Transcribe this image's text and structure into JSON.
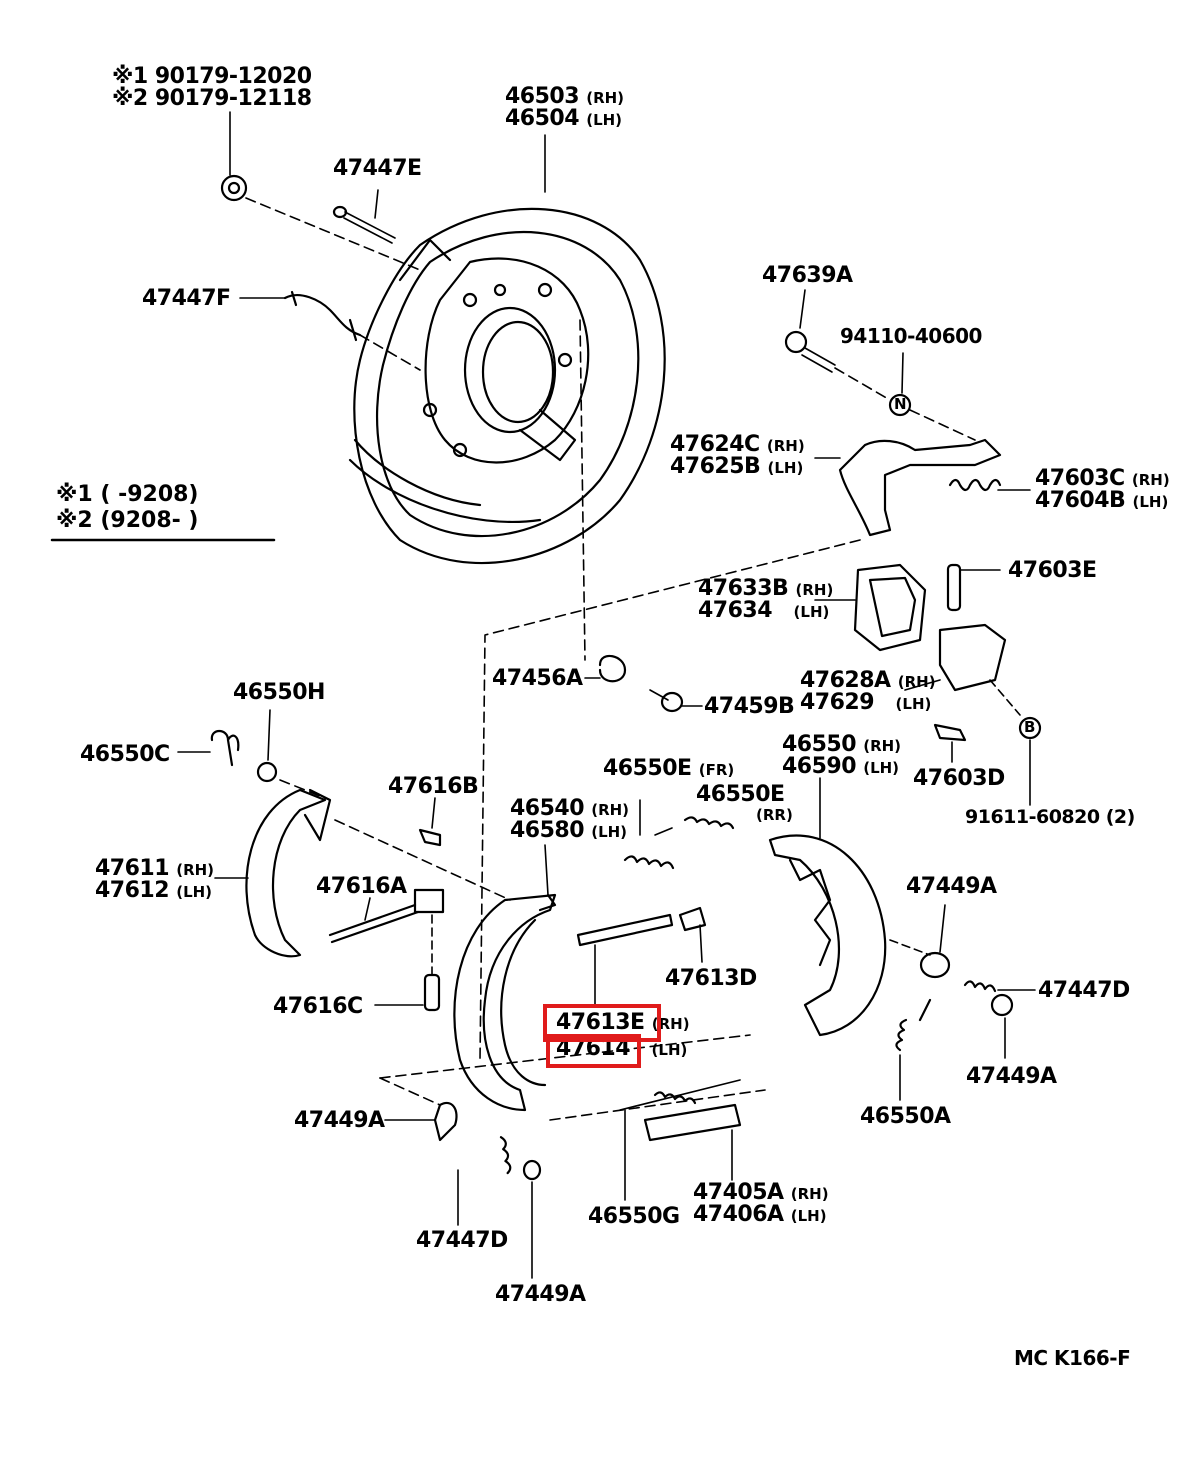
{
  "colors": {
    "ink": "#000000",
    "highlight": "#e01b1b",
    "paper": "#ffffff"
  },
  "footnote": {
    "mark1_part": "※1 90179-12020",
    "mark2_part": "※2 90179-12118",
    "legend1": "※1 (    -9208)",
    "legend2": "※2 (9208-    )"
  },
  "parts": {
    "p46503": "46503",
    "p46504": "46504",
    "p47447E": "47447E",
    "p47447F": "47447F",
    "p47639A": "47639A",
    "p94110": "94110-40600",
    "p47624C": "47624C",
    "p47625B": "47625B",
    "p47603C": "47603C",
    "p47604B": "47604B",
    "p47603E": "47603E",
    "p47633B": "47633B",
    "p47634": "47634",
    "p47456A": "47456A",
    "p47459B": "47459B",
    "p47628A": "47628A",
    "p47629": "47629",
    "p46550H": "46550H",
    "p46550C": "46550C",
    "p47616B": "47616B",
    "p46550E_fr": "46550E",
    "p46550E_rr": "46550E",
    "p46540": "46540",
    "p46580": "46580",
    "p46550": "46550",
    "p46590": "46590",
    "p47603D": "47603D",
    "p91611": "91611-60820 (2)",
    "p47611": "47611",
    "p47612": "47612",
    "p47616A": "47616A",
    "p47449A_r": "47449A",
    "p47613D": "47613D",
    "p47447D_r": "47447D",
    "p47616C": "47616C",
    "p47613E": "47613E",
    "p47614": "47614",
    "p47449A_rb": "47449A",
    "p47449A_l": "47449A",
    "p46550A": "46550A",
    "p47405A": "47405A",
    "p47406A": "47406A",
    "p46550G": "46550G",
    "p47447D_b": "47447D",
    "p47449A_b": "47449A"
  },
  "side": {
    "rh": "(RH)",
    "lh": "(LH)",
    "fr": "(FR)",
    "rr": "(RR)"
  },
  "circle_marks": {
    "n": "N",
    "b": "B"
  },
  "figure_code": "MC  K166-F"
}
